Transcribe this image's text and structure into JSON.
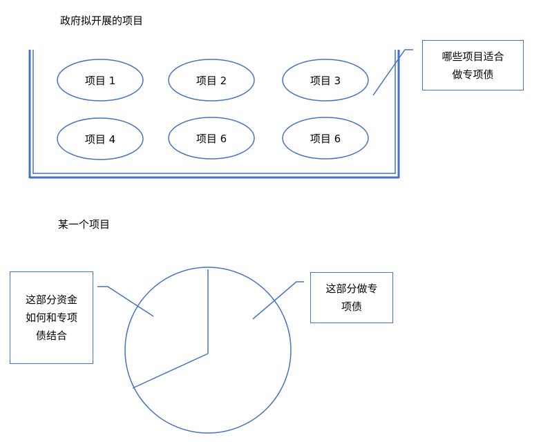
{
  "top_section": {
    "title": "政府拟开展的项目",
    "projects": [
      {
        "label": "项目 1"
      },
      {
        "label": "项目 2"
      },
      {
        "label": "项目 3"
      },
      {
        "label": "项目 4"
      },
      {
        "label": "项目 6"
      },
      {
        "label": "项目 6"
      }
    ],
    "callout": {
      "line1": "哪些项目适合",
      "line2": "做专项债"
    }
  },
  "bottom_section": {
    "title": "某一个项目",
    "callout_right": {
      "line1": "这部分做专",
      "line2": "项债"
    },
    "callout_left": {
      "line1": "这部分资金",
      "line2": "如何和专项",
      "line3": "债结合"
    }
  },
  "colors": {
    "stroke": "#4472c4",
    "text": "#000000",
    "background": "#ffffff"
  }
}
